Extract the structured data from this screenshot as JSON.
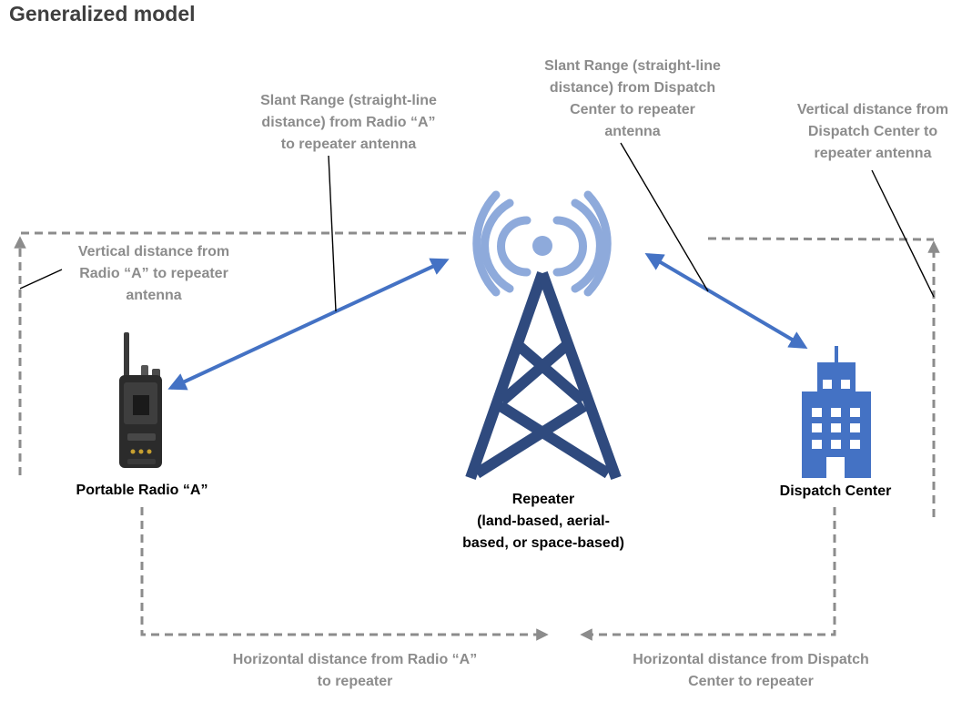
{
  "title": "Generalized model",
  "nodes": {
    "radio": {
      "label": "Portable Radio “A”",
      "icon": "portable-radio-icon"
    },
    "repeater": {
      "label": "Repeater\n(land-based, aerial-\nbased, or space-based)",
      "icon": "radio-tower-icon"
    },
    "dispatch": {
      "label": "Dispatch Center",
      "icon": "office-building-icon"
    }
  },
  "annotations": {
    "slant_radio": "Slant Range (straight-line\ndistance) from Radio “A”\nto repeater antenna",
    "slant_dispatch": "Slant Range (straight-line\ndistance) from Dispatch\nCenter to repeater\nantenna",
    "vertical_radio": "Vertical distance from\nRadio “A” to repeater\nantenna",
    "vertical_dispatch": "Vertical distance from\nDispatch Center to\nrepeater antenna",
    "horizontal_radio": "Horizontal distance from Radio “A”\nto repeater",
    "horizontal_dispatch": "Horizontal distance from Dispatch\nCenter to repeater"
  },
  "colors": {
    "link": "#4472c4",
    "tower": "#2f4a7e",
    "waves": "#8eaadb",
    "building": "#4472c4",
    "dashed": "#8c8c8c",
    "note_text": "#8c8c8c"
  }
}
